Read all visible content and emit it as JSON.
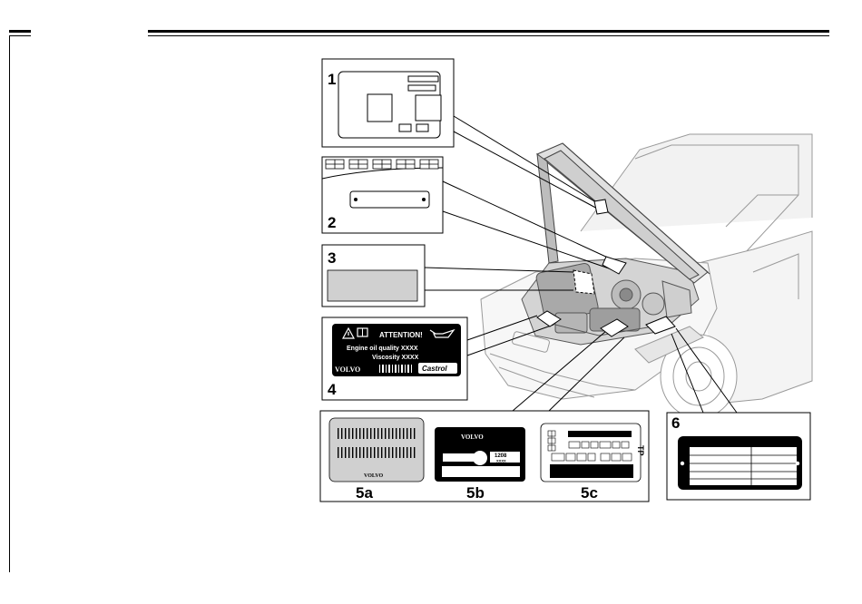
{
  "callouts": {
    "c1": "1",
    "c2": "2",
    "c3": "3",
    "c4": "4",
    "c5a": "5a",
    "c5b": "5b",
    "c5c": "5c",
    "c6": "6"
  },
  "oil_label": {
    "attention": "ATTENTION!",
    "quality": "Engine oil quality XXXX",
    "viscosity": "Viscosity XXXX",
    "brand": "VOLVO",
    "oil_brand": "Castrol"
  },
  "plate_5a": {
    "brand": "VOLVO"
  },
  "plate_5b": {
    "brand": "VOLVO",
    "code_top": "1208",
    "code_bottom": "XXXX"
  },
  "plate_5c": {
    "letters": "TP"
  },
  "icons": {
    "warning": "warning-triangle-icon",
    "manual": "manual-book-icon",
    "oilcan": "oil-can-icon"
  }
}
